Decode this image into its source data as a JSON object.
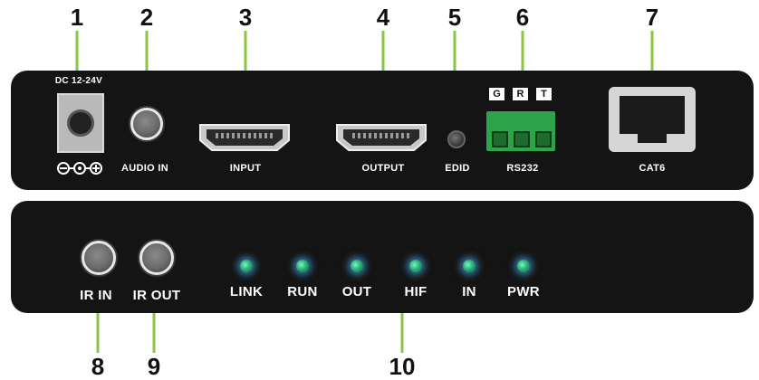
{
  "callouts": [
    "1",
    "2",
    "3",
    "4",
    "5",
    "6",
    "7",
    "8",
    "9",
    "10"
  ],
  "front_panel": {
    "dc_label": "DC 12-24V",
    "audio_label": "AUDIO IN",
    "input_label": "INPUT",
    "output_label": "OUTPUT",
    "edid_label": "EDID",
    "rs232_label": "RS232",
    "rs232_pins": [
      "G",
      "R",
      "T"
    ],
    "cat6_label": "CAT6"
  },
  "rear_panel": {
    "ir_in_label": "IR IN",
    "ir_out_label": "IR OUT",
    "leds": [
      "LINK",
      "RUN",
      "OUT",
      "HIF",
      "IN",
      "PWR"
    ]
  },
  "colors": {
    "panel": "#141414",
    "leader_line": "#8cc63f",
    "led_glow": "#46a0dc",
    "terminal_green": "#2ea44a"
  }
}
